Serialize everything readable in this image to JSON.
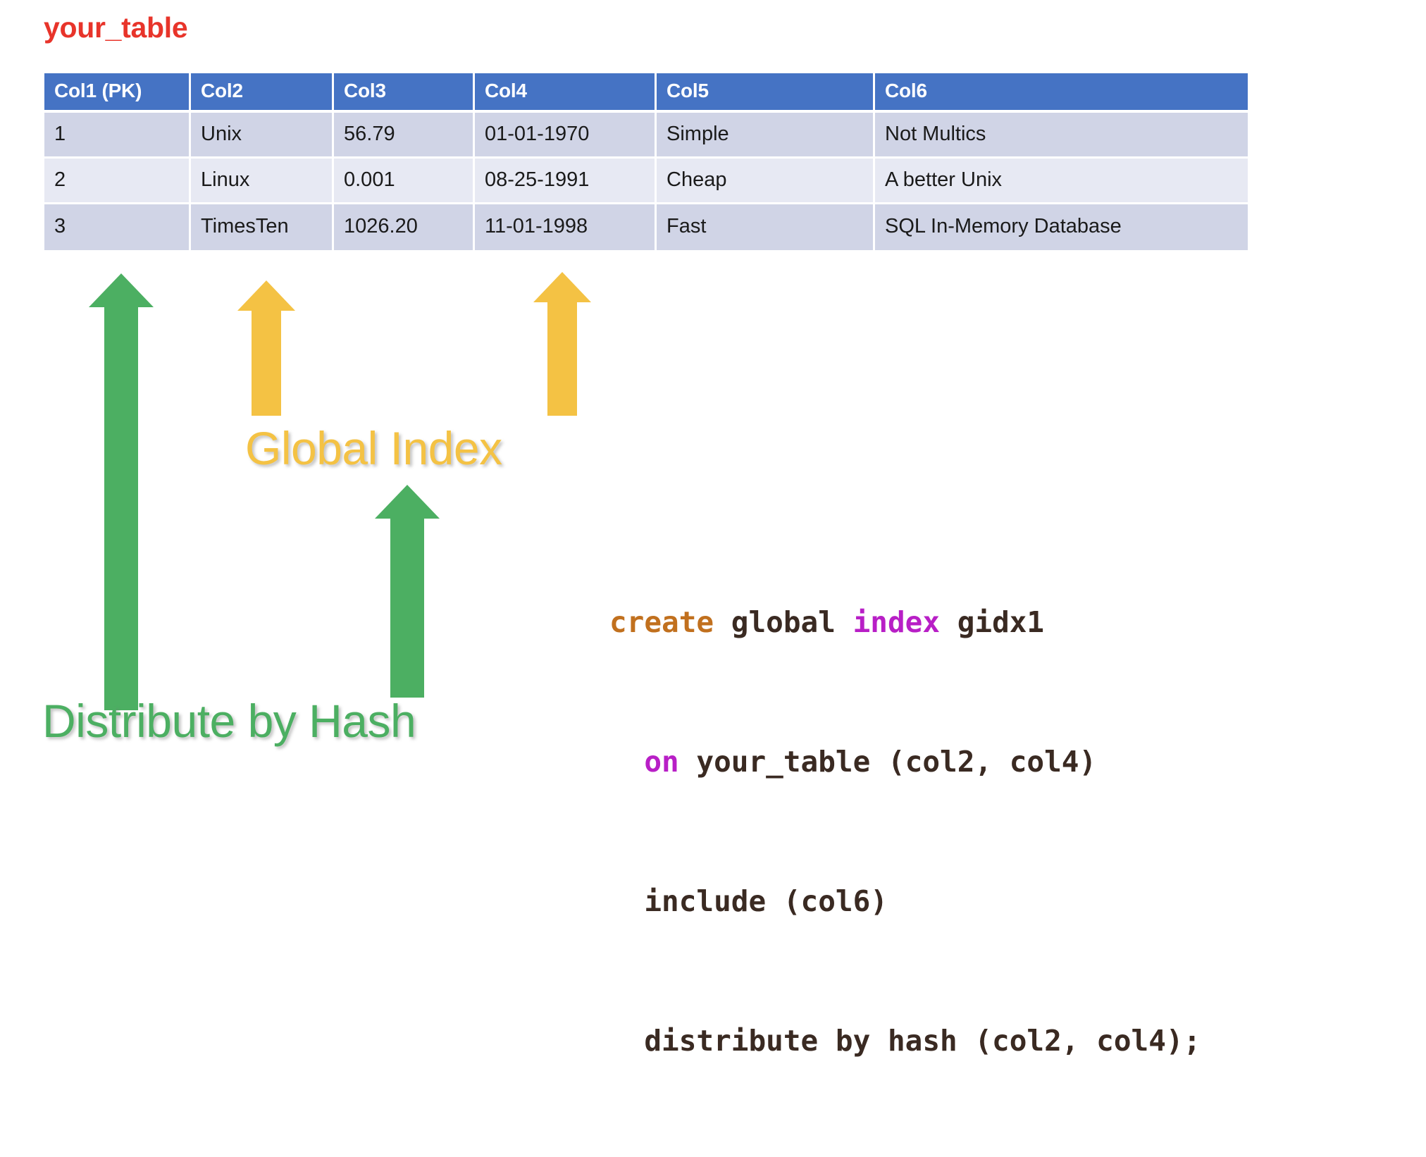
{
  "title": {
    "text": "your_table",
    "color": "#E8342A"
  },
  "table": {
    "header_bg": "#4573C4",
    "header_text_color": "#FFFFFF",
    "row_bg_odd": "#D0D4E6",
    "row_bg_even": "#E7E9F3",
    "columns": [
      "Col1 (PK)",
      "Col2",
      "Col3",
      "Col4",
      "Col5",
      "Col6"
    ],
    "rows": [
      [
        "1",
        "Unix",
        "56.79",
        "01-01-1970",
        "Simple",
        "Not Multics"
      ],
      [
        "2",
        "Linux",
        "0.001",
        "08-25-1991",
        "Cheap",
        "A better Unix"
      ],
      [
        "3",
        "TimesTen",
        "1026.20",
        "11-01-1998",
        "Fast",
        "SQL In-Memory Database"
      ]
    ]
  },
  "annotations": {
    "global_index": {
      "label": "Global Index",
      "color": "#F4C244"
    },
    "distribute_by_hash": {
      "label": "Distribute by Hash",
      "color": "#4CAF62"
    }
  },
  "arrows": [
    {
      "name": "arrow-col1-distribute",
      "color": "#4CAF62",
      "points_to": "Col1 (PK)"
    },
    {
      "name": "arrow-col2-global-index",
      "color": "#F4C244",
      "points_to": "Col2"
    },
    {
      "name": "arrow-col4-global-index",
      "color": "#F4C244",
      "points_to": "Col4"
    },
    {
      "name": "arrow-col3-distribute",
      "color": "#4CAF62",
      "points_to": "Col3"
    }
  ],
  "code": {
    "colors": {
      "create": "#C1701E",
      "keyword": "#B81FC6",
      "plain": "#3A2A22"
    },
    "line1": {
      "create": "create",
      "global": " global ",
      "index": "index",
      "name": " gidx1"
    },
    "line2": {
      "on": "on",
      "rest": " your_table (col2, col4)"
    },
    "line3": {
      "text": "include (col6)"
    },
    "line4": {
      "text": "distribute by hash (col2, col4);"
    },
    "indent": "  "
  }
}
